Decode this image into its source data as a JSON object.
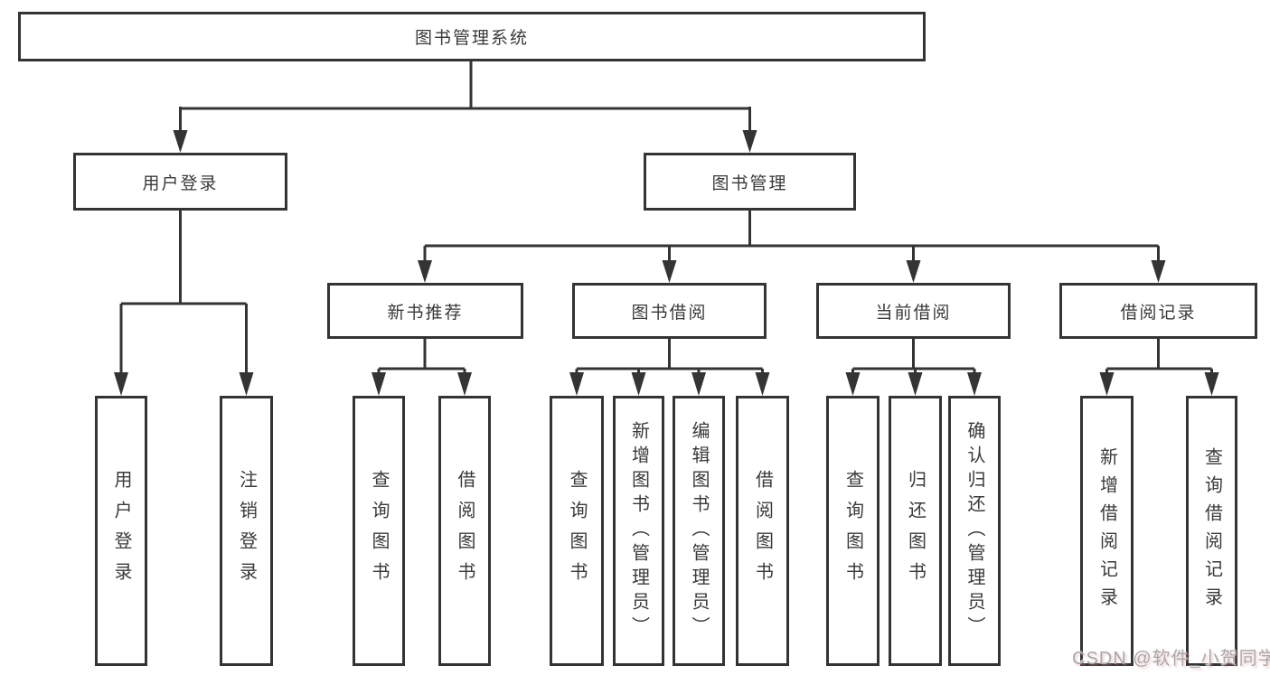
{
  "diagram": {
    "root": {
      "label": "图书管理系统"
    },
    "branches": [
      {
        "label": "用户登录",
        "children": [
          {
            "label": "用户登录"
          },
          {
            "label": "注销登录"
          }
        ]
      },
      {
        "label": "图书管理",
        "children": [
          {
            "label": "新书推荐",
            "children": [
              {
                "label": "查询图书"
              },
              {
                "label": "借阅图书"
              }
            ]
          },
          {
            "label": "图书借阅",
            "children": [
              {
                "label": "查询图书"
              },
              {
                "label": "新增图书（管理员）"
              },
              {
                "label": "编辑图书（管理员）"
              },
              {
                "label": "借阅图书"
              }
            ]
          },
          {
            "label": "当前借阅",
            "children": [
              {
                "label": "查询图书"
              },
              {
                "label": "归还图书"
              },
              {
                "label": "确认归还（管理员）"
              }
            ]
          },
          {
            "label": "借阅记录",
            "children": [
              {
                "label": "新增借阅记录"
              },
              {
                "label": "查询借阅记录"
              }
            ]
          }
        ]
      }
    ]
  },
  "watermark": {
    "text": "CSDN @软件_小贺同学"
  },
  "colors": {
    "line": "#343434",
    "text": "#3a3a3a",
    "watermark": "#a8a8a8",
    "background": "#ffffff"
  }
}
